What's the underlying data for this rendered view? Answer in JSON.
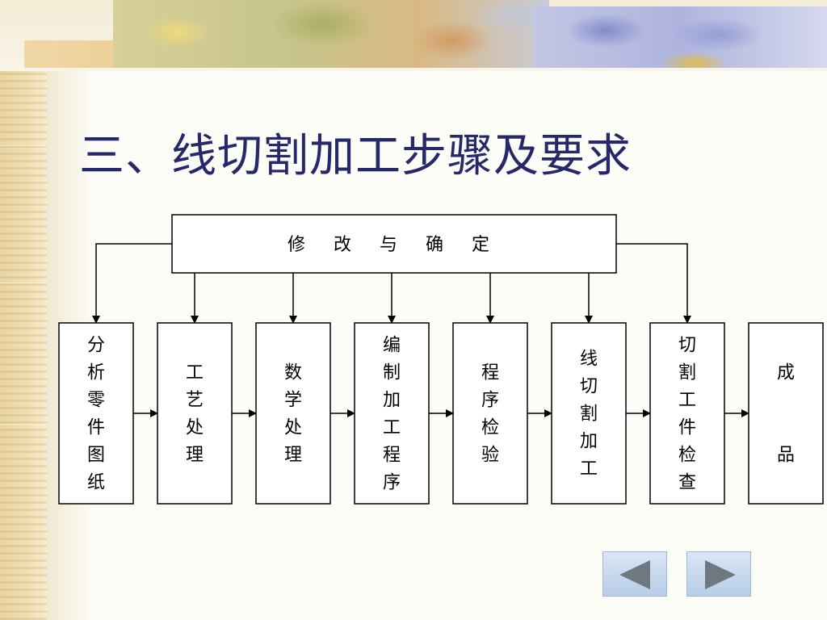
{
  "slide": {
    "title": "三、线切割加工步骤及要求"
  },
  "diagram": {
    "top_box": "修 改 与 确 定",
    "steps": [
      [
        "分",
        "析",
        "零",
        "件",
        "图",
        "纸"
      ],
      [
        "工",
        "艺",
        "处",
        "理"
      ],
      [
        "数",
        "学",
        "处",
        "理"
      ],
      [
        "编",
        "制",
        "加",
        "工",
        "程",
        "序"
      ],
      [
        "程",
        "序",
        "检",
        "验"
      ],
      [
        "线",
        "切",
        "割",
        "加",
        "工"
      ],
      [
        "切",
        "割",
        "工",
        "件",
        "检",
        "查"
      ],
      [
        "成",
        "",
        "",
        "品"
      ]
    ]
  },
  "nav": {
    "prev_icon": "triangle-left-icon",
    "next_icon": "triangle-right-icon",
    "icon_color": "#6f7780"
  }
}
